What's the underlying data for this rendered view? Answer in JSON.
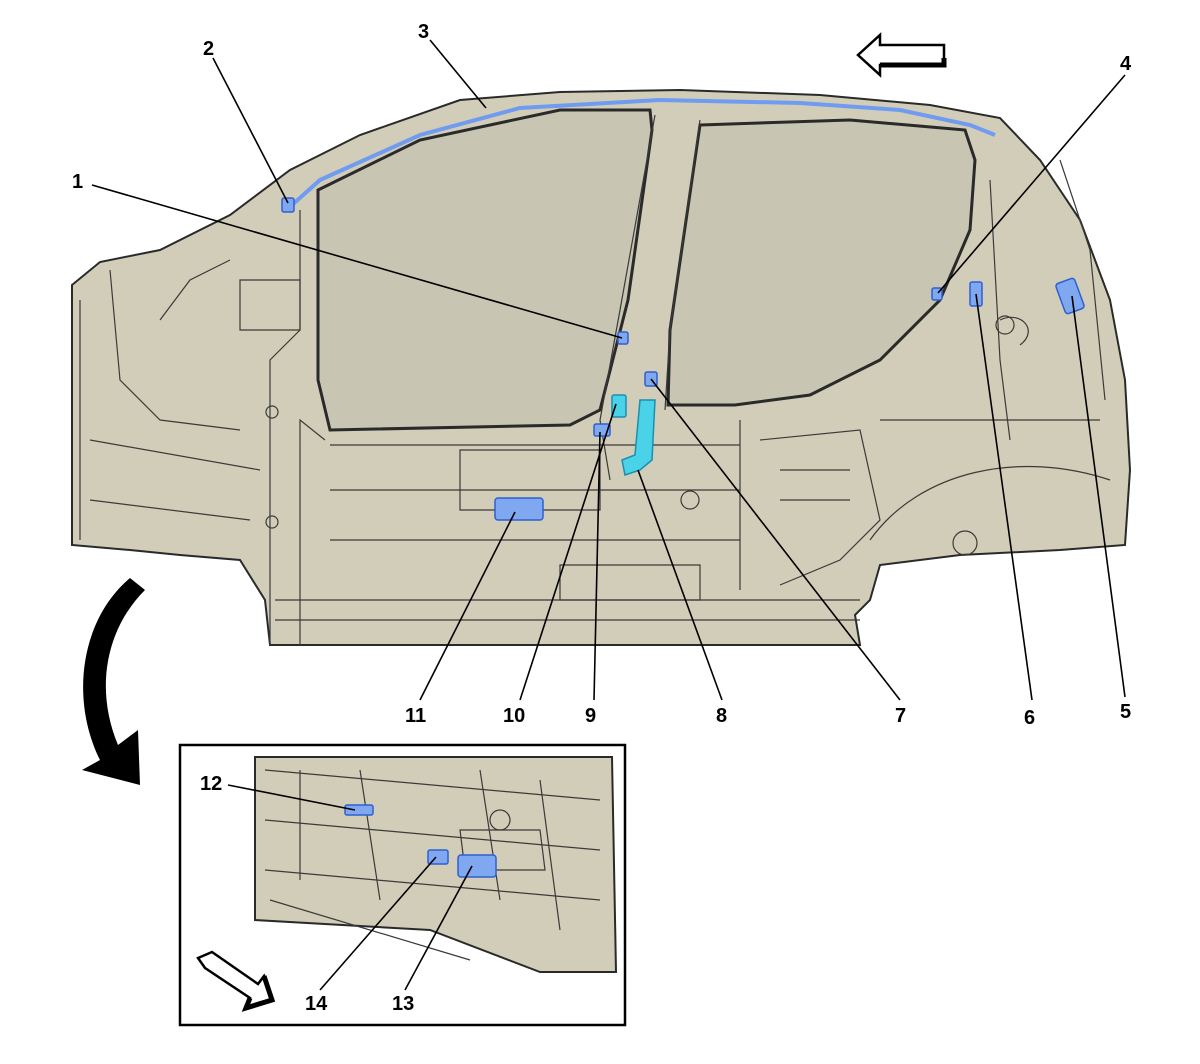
{
  "callouts": [
    "1",
    "2",
    "3",
    "4",
    "5",
    "6",
    "7",
    "8",
    "9",
    "10",
    "11",
    "12",
    "13",
    "14"
  ],
  "colors": {
    "body": "#d2cdb8",
    "glass": "#c8c5b3",
    "highlight_blue": "#7fa8f0",
    "highlight_cyan": "#49d2e8",
    "outline": "#2a2a2a"
  },
  "icons": {
    "direction_arrow_main": "left-arrow-icon",
    "rotate_arrow": "curved-arrow-icon",
    "direction_arrow_inset": "diagonal-arrow-icon"
  }
}
